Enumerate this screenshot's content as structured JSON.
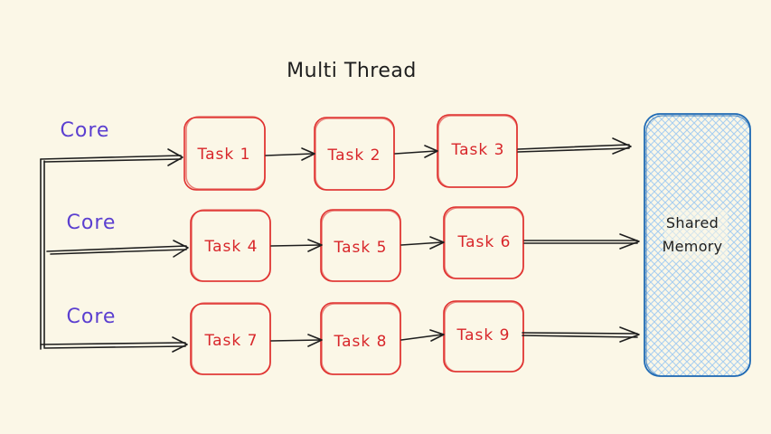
{
  "diagram": {
    "title": "Multi Thread",
    "colors": {
      "background": "#fbf7e7",
      "core_text": "#5b3fd0",
      "task_stroke": "#e0312f",
      "task_text": "#d8262a",
      "memory_stroke": "#1f6ab4",
      "memory_hatch": "#a9cff0",
      "line": "#1e1e1e"
    },
    "cores": [
      {
        "label": "Core"
      },
      {
        "label": "Core"
      },
      {
        "label": "Core"
      }
    ],
    "rows": [
      {
        "tasks": [
          {
            "label": "Task 1"
          },
          {
            "label": "Task 2"
          },
          {
            "label": "Task 3"
          }
        ]
      },
      {
        "tasks": [
          {
            "label": "Task 4"
          },
          {
            "label": "Task 5"
          },
          {
            "label": "Task 6"
          }
        ]
      },
      {
        "tasks": [
          {
            "label": "Task 7"
          },
          {
            "label": "Task 8"
          },
          {
            "label": "Task 9"
          }
        ]
      }
    ],
    "shared_memory": {
      "line1": "Shared",
      "line2": "Memory"
    }
  }
}
